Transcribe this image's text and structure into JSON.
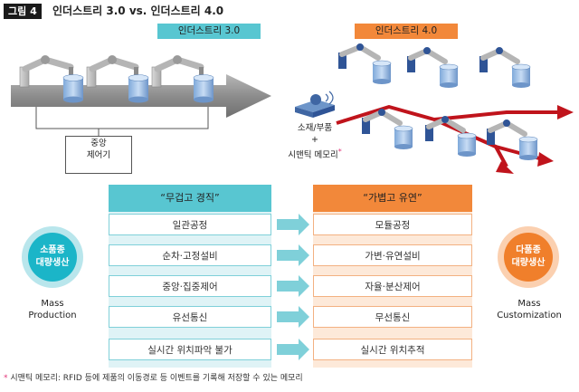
{
  "header": {
    "figure_label": "그림 4",
    "title": "인더스트리 3.0 vs. 인더스트리 4.0"
  },
  "diagram": {
    "industry30_label": "인더스트리 3.0",
    "industry40_label": "인더스트리 4.0",
    "central_control": {
      "line1": "중앙",
      "line2": "제어기"
    },
    "material": {
      "line1": "소재/부품",
      "line2": "+",
      "line3": "시맨틱 메모리",
      "asterisk": "*"
    }
  },
  "left_column": {
    "header": "“무겁고 경직”",
    "items": [
      "일관공정",
      "순차·고정설비",
      "중앙·집중제어",
      "유선통신",
      "실시간 위치파악 불가"
    ]
  },
  "right_column": {
    "header": "“가볍고 유연”",
    "items": [
      "모듈공정",
      "가변·유연설비",
      "자율·분산제어",
      "무선통신",
      "실시간 위치추적"
    ]
  },
  "left_circle": {
    "line1": "소품종",
    "line2": "대량생산"
  },
  "right_circle": {
    "line1": "다품종",
    "line2": "대량생산"
  },
  "left_mode": {
    "line1": "Mass",
    "line2": "Production"
  },
  "right_mode": {
    "line1": "Mass",
    "line2": "Customization"
  },
  "footnote": {
    "asterisk": "*",
    "text": " 시맨틱 메모리: RFID 등에 제품의 이동경로 등 이벤트를 기록해 저장할 수 있는 메모리"
  },
  "colors": {
    "teal": "#58c6d1",
    "orange": "#f2883a",
    "teal_circle": "#1bb5c8",
    "orange_circle": "#f07f2b",
    "arrow_red": "#c0141c",
    "robot_blue": "#2f5496"
  }
}
